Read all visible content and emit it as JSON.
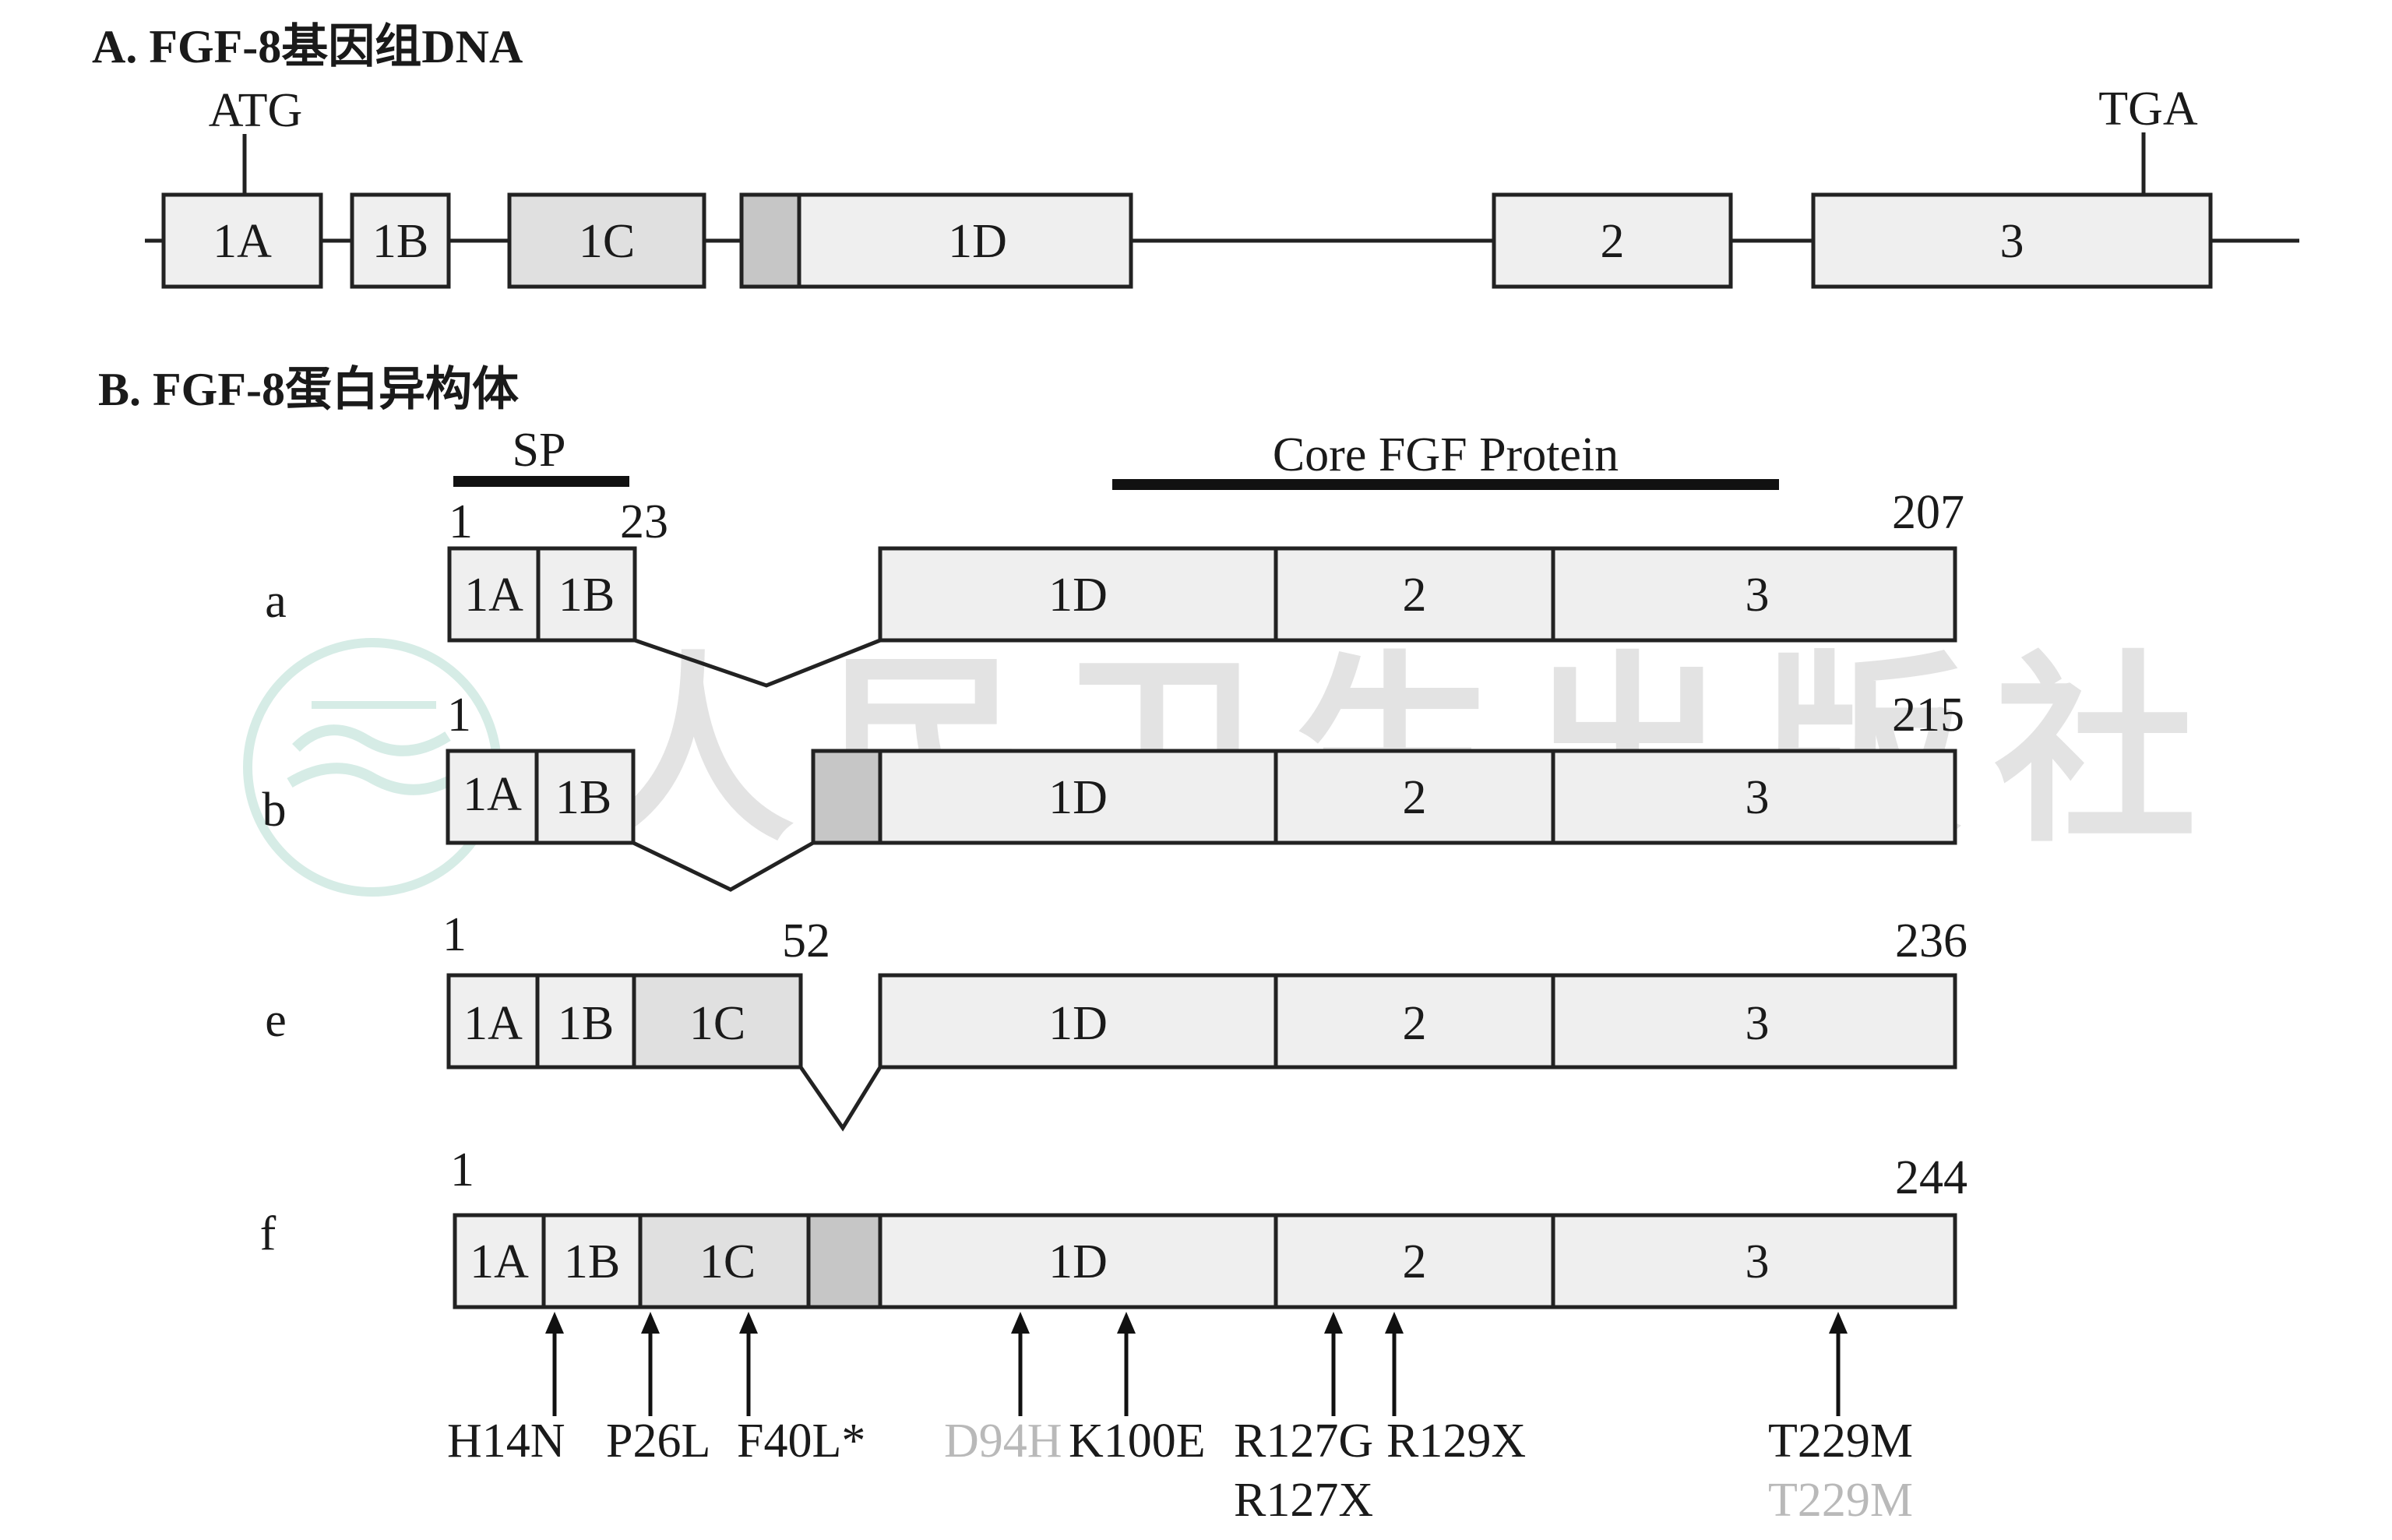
{
  "panel_a": {
    "title": "A. FGF-8基因组DNA",
    "atg": "ATG",
    "tga": "TGA",
    "exons": [
      "1A",
      "1B",
      "1C",
      "1D",
      "2",
      "3"
    ]
  },
  "panel_b": {
    "title": "B. FGF-8蛋白异构体",
    "sp_label": "SP",
    "core_label": "Core FGF Protein",
    "isoforms": [
      {
        "name": "a",
        "start": "1",
        "sp_end": "23",
        "end": "207",
        "boxes": [
          "1A",
          "1B",
          "1D",
          "2",
          "3"
        ]
      },
      {
        "name": "b",
        "start": "1",
        "end": "215",
        "boxes": [
          "1A",
          "1B",
          "1D",
          "2",
          "3"
        ]
      },
      {
        "name": "e",
        "start": "1",
        "mid": "52",
        "end": "236",
        "boxes": [
          "1A",
          "1B",
          "1C",
          "1D",
          "2",
          "3"
        ]
      },
      {
        "name": "f",
        "start": "1",
        "end": "244",
        "boxes": [
          "1A",
          "1B",
          "1C",
          "1D",
          "2",
          "3"
        ]
      }
    ],
    "mutations": [
      {
        "label": "H14N",
        "faded": false
      },
      {
        "label": "P26L",
        "faded": false
      },
      {
        "label": "F40L*",
        "faded": false
      },
      {
        "label": "D94H",
        "faded": true
      },
      {
        "label": "K100E",
        "faded": false
      },
      {
        "label": "R127G",
        "faded": false
      },
      {
        "label": "R127X",
        "faded": false
      },
      {
        "label": "R129X",
        "faded": false
      },
      {
        "label": "T229M",
        "faded": false
      },
      {
        "label": "T229M",
        "faded": true
      }
    ]
  },
  "colors": {
    "exon_fill": "#efefef",
    "exon_1c_fill": "#e0e0e0",
    "alt_segment_fill": "#c6c6c6",
    "outline": "#222222",
    "faded_text": "#b9b9b9",
    "watermark": "#e3e3e3",
    "seal": "#d6ece6"
  },
  "watermark": {
    "text": "人民卫生出版社"
  }
}
